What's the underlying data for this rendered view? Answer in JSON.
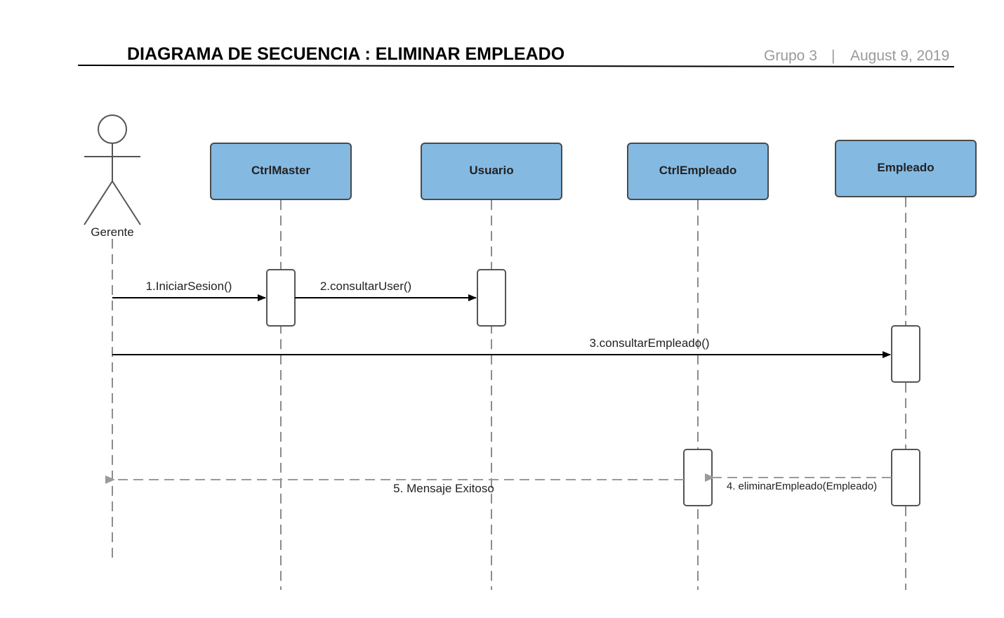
{
  "header": {
    "title": "DIAGRAMA  DE SECUENCIA :  ELIMINAR EMPLEADO",
    "group": "Grupo 3",
    "separator": "|",
    "date": "August 9, 2019"
  },
  "actor": {
    "label": "Gerente"
  },
  "objects": [
    {
      "label": "CtrlMaster"
    },
    {
      "label": "Usuario"
    },
    {
      "label": "CtrlEmpleado"
    },
    {
      "label": "Empleado"
    }
  ],
  "messages": [
    {
      "label": "1.IniciarSesion()"
    },
    {
      "label": "2.consultarUser()"
    },
    {
      "label": "3.consultarEmpleado()"
    },
    {
      "label": "4. eliminarEmpleado(Empleado)"
    },
    {
      "label": "5. Mensaje Exitoso"
    }
  ],
  "colors": {
    "object_fill": "#84b9e2",
    "object_stroke": "#4a4a4a",
    "lifeline": "#8c8c8c",
    "return_arrow": "#9a9a9a"
  }
}
